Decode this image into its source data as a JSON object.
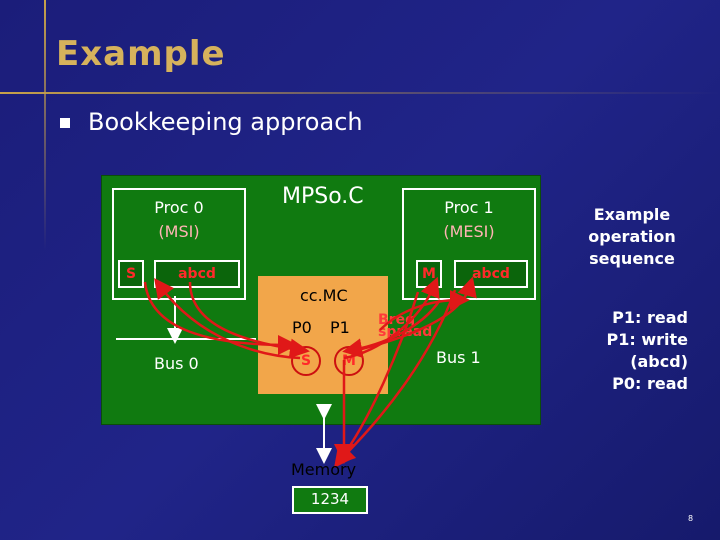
{
  "slide": {
    "title": "Example",
    "subtitle": "Bookkeeping approach",
    "page_number": "8"
  },
  "mpsoc": {
    "label": "MPSo.C",
    "proc0": {
      "name": "Proc 0",
      "mode": "(MSI)",
      "state": "S",
      "data": "abcd"
    },
    "proc1": {
      "name": "Proc 1",
      "mode": "(MESI)",
      "state": "M",
      "data": "abcd"
    },
    "bus0": "Bus 0",
    "bus1": "Bus 1",
    "ccmc": {
      "label": "cc.MC",
      "p0": "P0",
      "p1": "P1",
      "p0_state": "S",
      "p1_state": "M"
    },
    "bus_request": [
      "Breq",
      "spread"
    ]
  },
  "memory": {
    "label": "Memory",
    "value": "1234"
  },
  "sequence": {
    "title": [
      "Example",
      "operation",
      "sequence"
    ],
    "steps": [
      "P1: read",
      "P1: write",
      "(abcd)",
      "P0: read"
    ]
  },
  "colors": {
    "arrow": "#e01818",
    "soc": "#107a10",
    "ccmc": "#f2a64a",
    "title": "#d6b25c"
  }
}
